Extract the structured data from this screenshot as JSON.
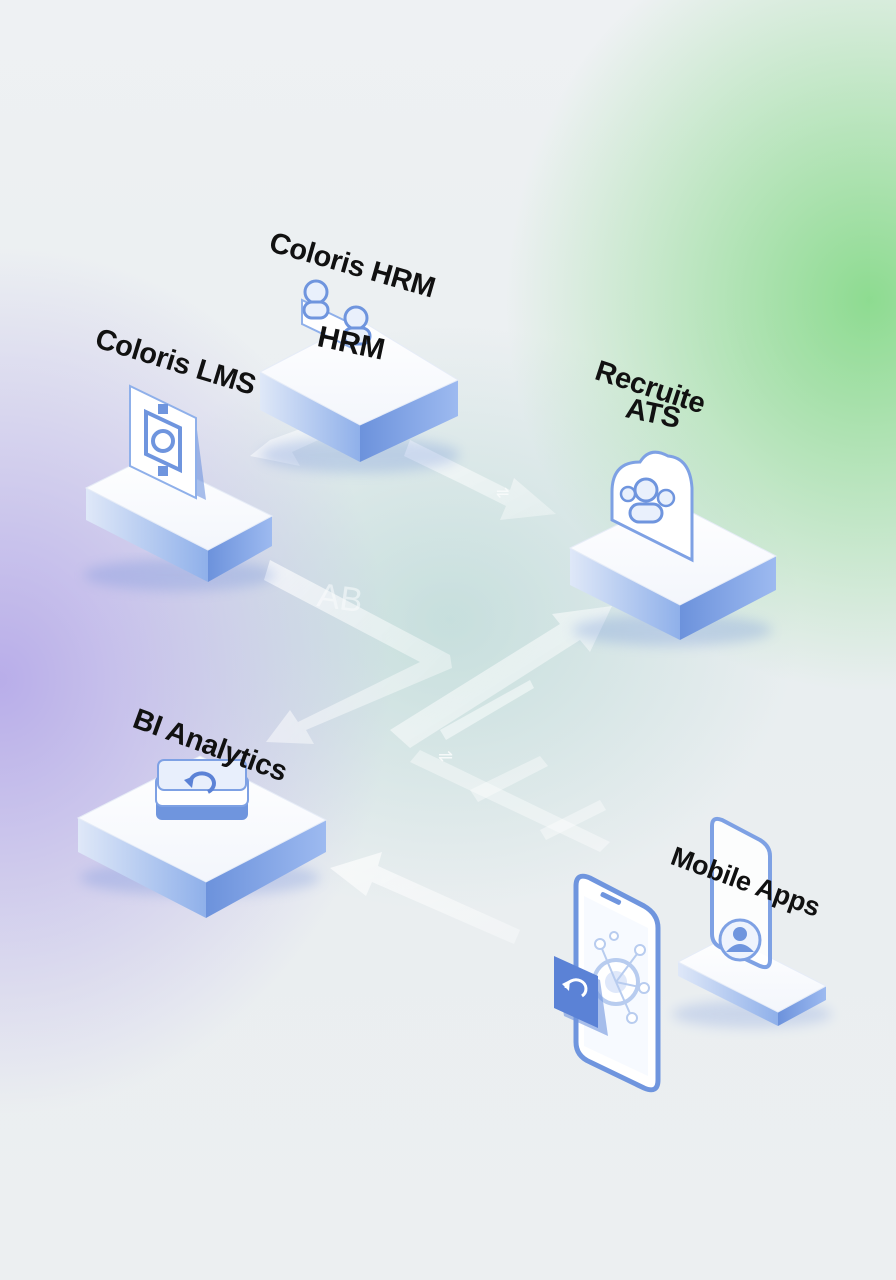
{
  "nodes": {
    "hrm": {
      "title": "Coloris HRM",
      "tile_text": "HRM",
      "icon": "people-icon"
    },
    "lms": {
      "title": "Coloris LMS",
      "icon": "gear-icon"
    },
    "ats": {
      "title_line1": "Recruite",
      "title_line2": "ATS",
      "icon": "cloud-users-icon"
    },
    "bi": {
      "title": "BI Analytics",
      "icon": "sync-icon"
    },
    "mobile": {
      "title": "Mobile Apps",
      "icon": "smartphone-icon"
    }
  },
  "connectors": {
    "flow_text": "AB"
  },
  "colors": {
    "accent": "#5b82d6",
    "tile_top": "#ffffff",
    "tile_side": "#6f95de"
  }
}
